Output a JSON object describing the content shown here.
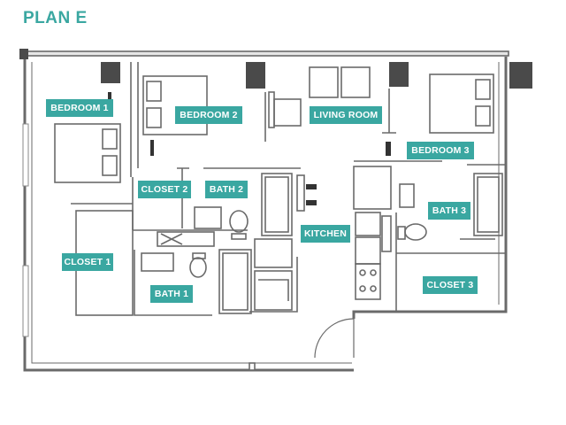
{
  "title": "PLAN E",
  "colors": {
    "accent": "#3aa7a1",
    "wall": "#5f5f5f",
    "fixture": "#8a8a8a",
    "dark_block": "#4a4a4a"
  },
  "rooms": {
    "bedroom1": "BEDROOM 1",
    "bedroom2": "BEDROOM 2",
    "living_room": "LIVING ROOM",
    "bedroom3": "BEDROOM 3",
    "closet2": "CLOSET 2",
    "bath2": "BATH 2",
    "bath3": "BATH 3",
    "kitchen": "KITCHEN",
    "closet1": "CLOSET 1",
    "bath1": "BATH 1",
    "closet3": "CLOSET 3"
  }
}
